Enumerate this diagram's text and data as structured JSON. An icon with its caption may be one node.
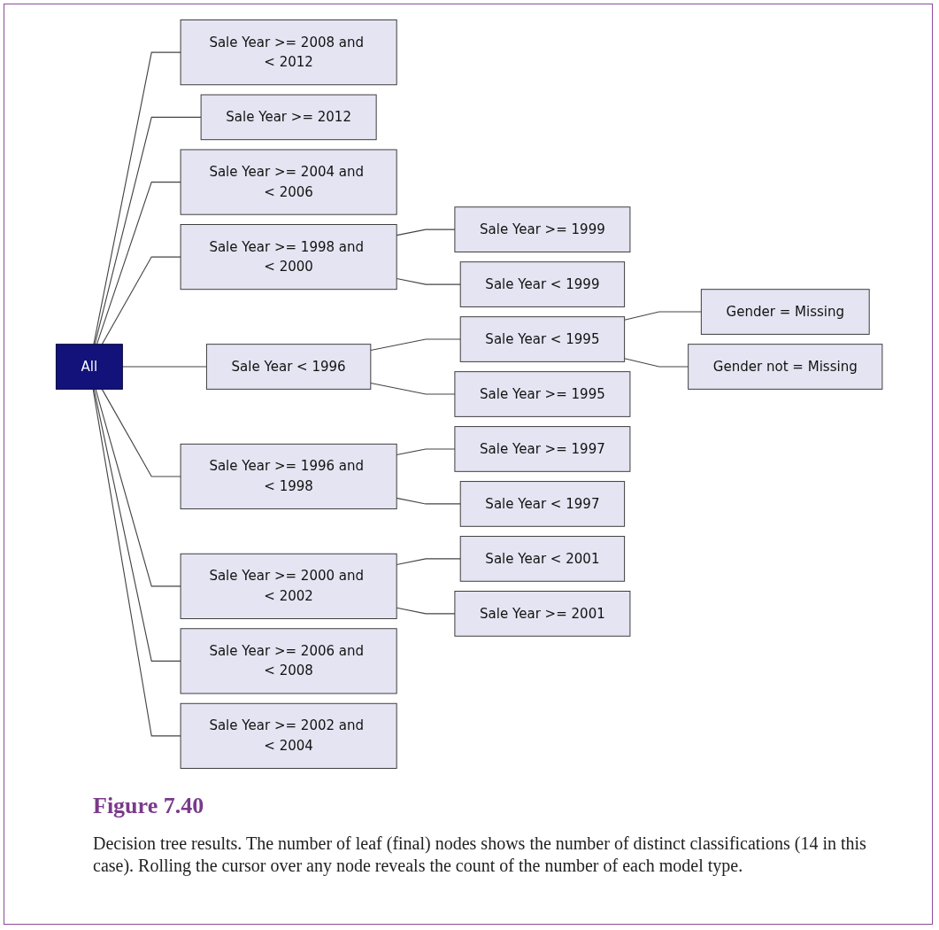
{
  "diagram": {
    "title": "Figure 7.40",
    "caption": "Decision tree results. The number of leaf (final) nodes shows the number of distinct classifications (14 in this case). Rolling the cursor over any node reveals the count of the number of each model type.",
    "nodes": [
      {
        "text": [
          "All"
        ]
      },
      {
        "text": [
          "Sale Year >= 2008 and < 2012"
        ]
      },
      {
        "text": [
          "Sale Year >= 2012"
        ]
      },
      {
        "text": [
          "Sale Year >= 2004 and < 2006"
        ]
      },
      {
        "text": [
          "Sale Year >= 1998 and < 2000"
        ]
      },
      {
        "text": [
          "Sale Year >= 1999"
        ]
      },
      {
        "text": [
          "Sale Year < 1999"
        ]
      },
      {
        "text": [
          "Sale Year < 1996"
        ]
      },
      {
        "text": [
          "Sale Year < 1995"
        ]
      },
      {
        "text": [
          "Gender = Missing"
        ]
      },
      {
        "text": [
          "Gender not = Missing"
        ]
      },
      {
        "text": [
          "Sale Year >= 1995"
        ]
      },
      {
        "text": [
          "Sale Year >= 1996 and < 1998"
        ]
      },
      {
        "text": [
          "Sale Year >= 1997"
        ]
      },
      {
        "text": [
          "Sale Year < 1997"
        ]
      },
      {
        "text": [
          "Sale Year >= 2000 and < 2002"
        ]
      },
      {
        "text": [
          "Sale Year < 2001"
        ]
      },
      {
        "text": [
          "Sale Year >= 2001"
        ]
      },
      {
        "text": [
          "Sale Year >= 2006 and < 2008"
        ]
      },
      {
        "text": [
          "Sale Year >= 2002 and < 2004"
        ]
      }
    ],
    "edges": [
      {
        "from": 0,
        "to": 1,
        "arrow": "none"
      },
      {
        "from": 0,
        "to": 2,
        "arrow": "none"
      },
      {
        "from": 0,
        "to": 3,
        "arrow": "none"
      },
      {
        "from": 0,
        "to": 4,
        "arrow": "none"
      },
      {
        "from": 4,
        "to": 5,
        "arrow": "none"
      },
      {
        "from": 4,
        "to": 6,
        "arrow": "none"
      },
      {
        "from": 0,
        "to": 7,
        "arrow": "none"
      },
      {
        "from": 7,
        "to": 8,
        "arrow": "none"
      },
      {
        "from": 8,
        "to": 9,
        "arrow": "none"
      },
      {
        "from": 8,
        "to": 10,
        "arrow": "none"
      },
      {
        "from": 7,
        "to": 11,
        "arrow": "none"
      },
      {
        "from": 0,
        "to": 12,
        "arrow": "none"
      },
      {
        "from": 12,
        "to": 13,
        "arrow": "none"
      },
      {
        "from": 12,
        "to": 14,
        "arrow": "none"
      },
      {
        "from": 0,
        "to": 15,
        "arrow": "none"
      },
      {
        "from": 15,
        "to": 16,
        "arrow": "none"
      },
      {
        "from": 15,
        "to": 17,
        "arrow": "none"
      },
      {
        "from": 0,
        "to": 18,
        "arrow": "none"
      },
      {
        "from": 0,
        "to": 19,
        "arrow": "none"
      }
    ]
  }
}
